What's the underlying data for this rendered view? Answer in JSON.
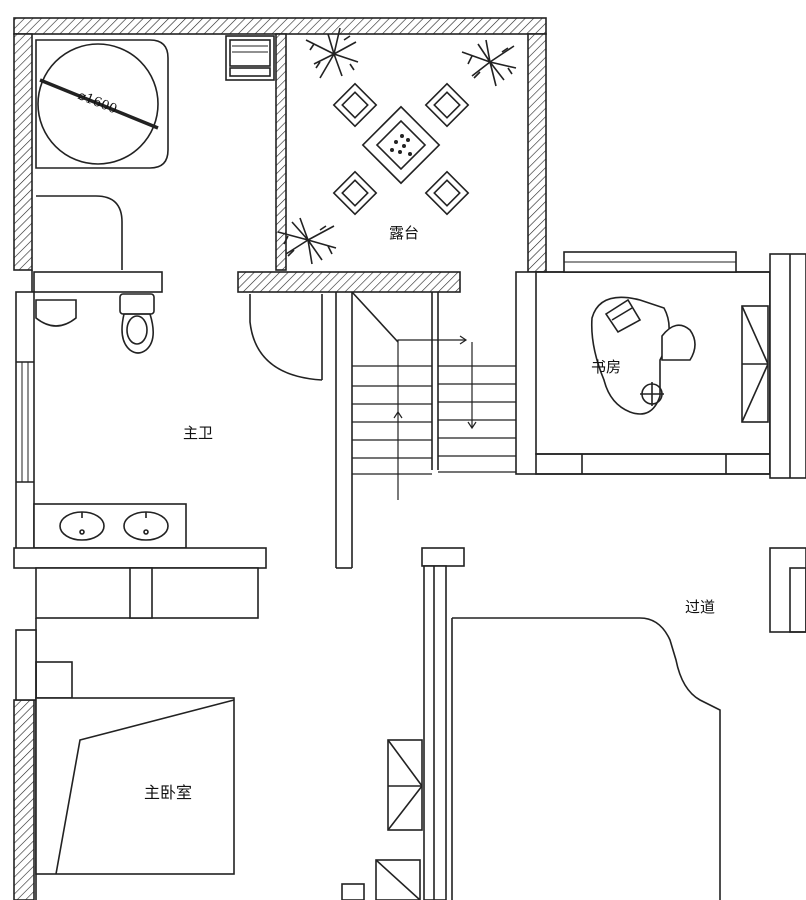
{
  "rooms": {
    "terrace": "露台",
    "study": "书房",
    "master_bath": "主卫",
    "corridor": "过道",
    "master_bedroom": "主卧室"
  },
  "dimensions": {
    "bathtub_diameter": "⌀1600"
  }
}
